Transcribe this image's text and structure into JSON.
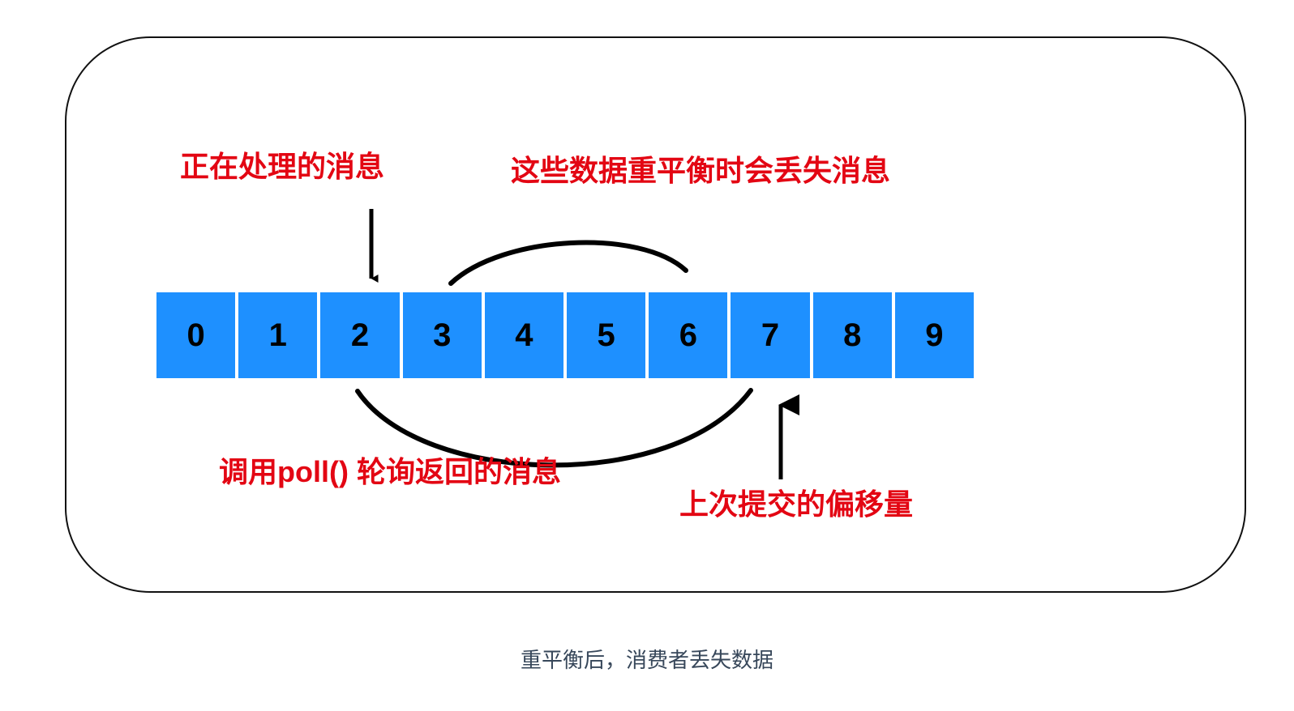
{
  "diagram": {
    "caption": "重平衡后，消费者丢失数据",
    "frame": {
      "shape": "rounded-rectangle",
      "border_color": "#111111"
    },
    "cells": {
      "label": "offset-cells",
      "fill_color": "#1E90FF",
      "text_color": "#000000",
      "values": [
        "0",
        "1",
        "2",
        "3",
        "4",
        "5",
        "6",
        "7",
        "8",
        "9"
      ]
    },
    "annotations": {
      "accent_color": "#E30613",
      "processing": "正在处理的消息",
      "rebalance_loss": "这些数据重平衡时会丢失消息",
      "poll_returned": "调用poll() 轮询返回的消息",
      "last_committed": "上次提交的偏移量"
    },
    "connectors": {
      "down_arrow_target": "2",
      "up_arrow_target": "7",
      "top_arc_span": "3 到 6",
      "bottom_arc_span": "2 到 7"
    },
    "caption_color": "#37475A"
  }
}
